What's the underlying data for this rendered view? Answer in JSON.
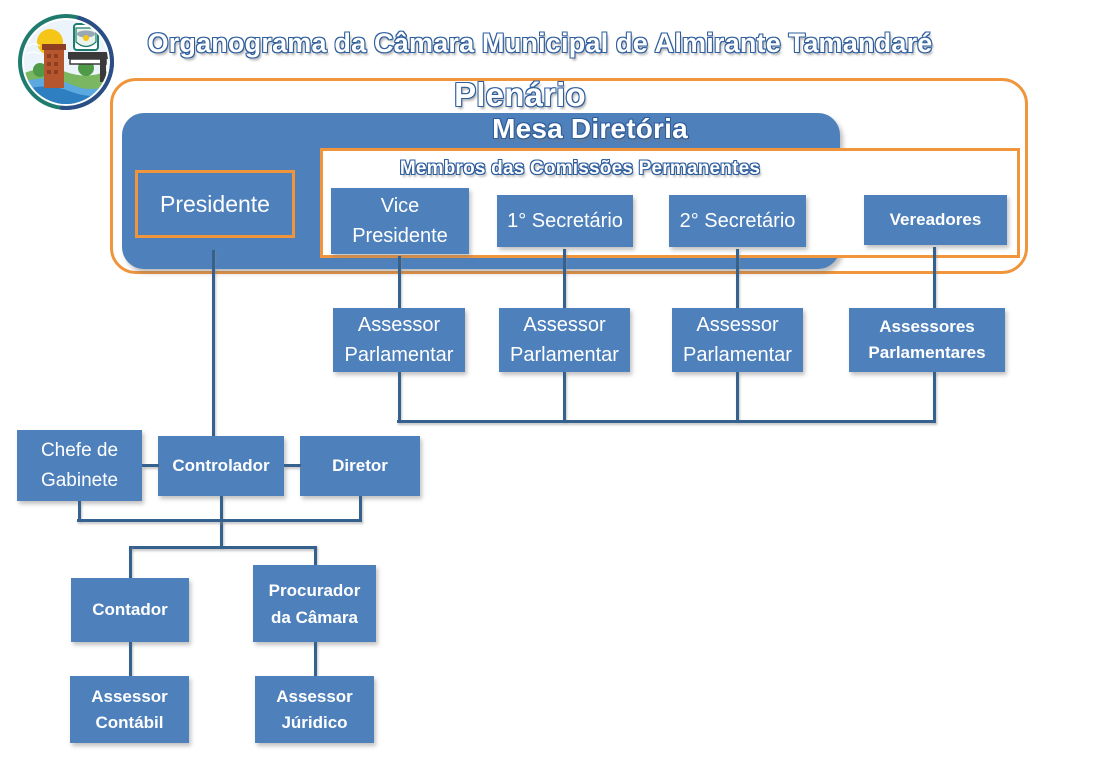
{
  "document": {
    "title": "Organograma da Câmara Municipal de Almirante Tamandaré",
    "logo_name": "brasao-almirante-tamandare"
  },
  "colors": {
    "node_blue": "#4E80BC",
    "accent_orange": "#F0953C",
    "connector_blue": "#35618F",
    "text_white": "#FFFFFF",
    "outline_blue": "#2E5E9E"
  },
  "containers": {
    "plenario": "Plenário",
    "mesa_diretoria": "Mesa Diretória",
    "comissoes": "Membros das Comissões Permanentes"
  },
  "nodes": {
    "presidente": "Presidente",
    "vice_presidente": "Vice\nPresidente",
    "vice_presidente_line1": "Vice",
    "vice_presidente_line2": "Presidente",
    "primeiro_secretario": "1° Secretário",
    "segundo_secretario": "2° Secretário",
    "vereadores": "Vereadores",
    "assessor_parlamentar_1_line1": "Assessor",
    "assessor_parlamentar_1_line2": "Parlamentar",
    "assessor_parlamentar_2_line1": "Assessor",
    "assessor_parlamentar_2_line2": "Parlamentar",
    "assessor_parlamentar_3_line1": "Assessor",
    "assessor_parlamentar_3_line2": "Parlamentar",
    "assessores_parlamentares_line1": "Assessores",
    "assessores_parlamentares_line2": "Parlamentares",
    "chefe_gabinete_line1": "Chefe de",
    "chefe_gabinete_line2": "Gabinete",
    "controlador": "Controlador",
    "diretor": "Diretor",
    "contador": "Contador",
    "procurador_line1": "Procurador",
    "procurador_line2": "da Câmara",
    "assessor_contabil_line1": "Assessor",
    "assessor_contabil_line2": "Contábil",
    "assessor_juridico_line1": "Assessor",
    "assessor_juridico_line2": "Júridico"
  }
}
